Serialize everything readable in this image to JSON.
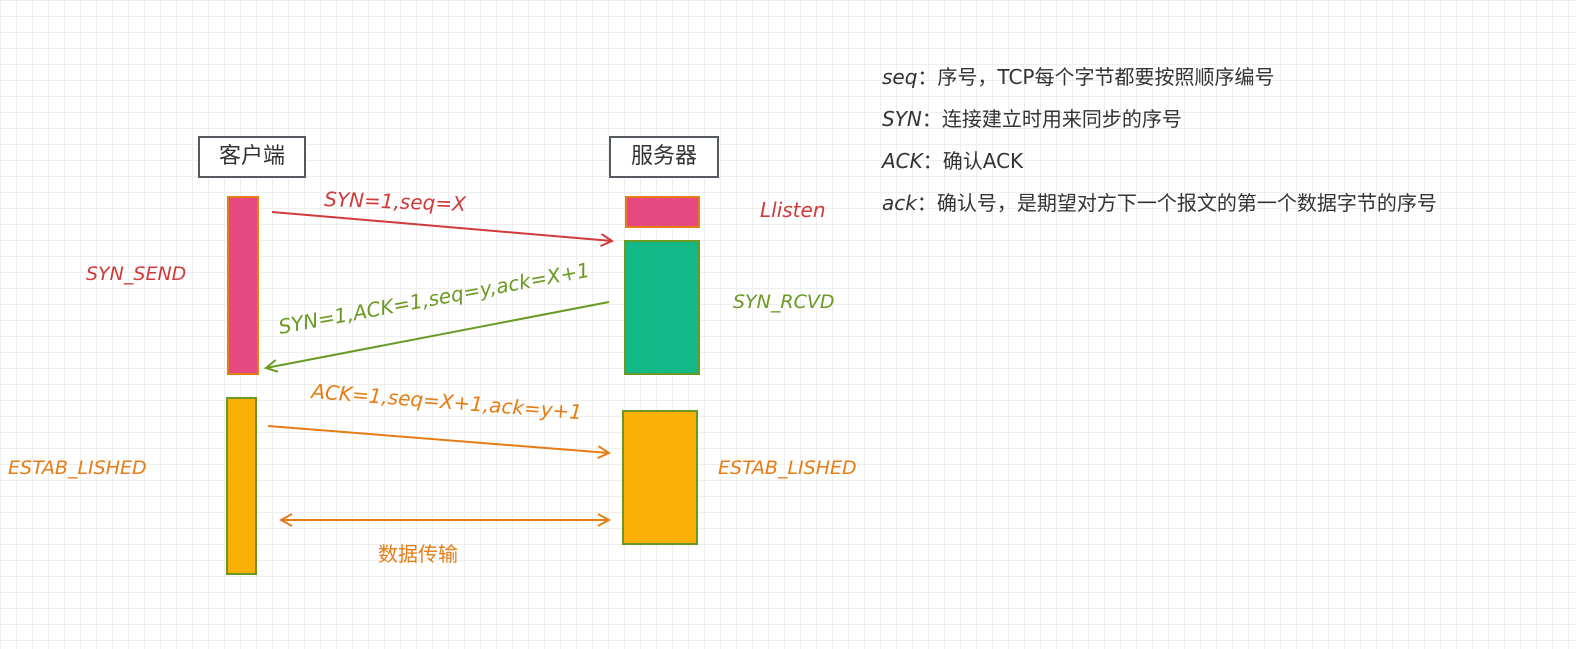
{
  "client": {
    "label": "客户端"
  },
  "server": {
    "label": "服务器"
  },
  "messages": {
    "syn": "SYN=1,seq=X",
    "syn_ack": "SYN=1,ACK=1,seq=y,ack=X+1",
    "ack": "ACK=1,seq=X+1,ack=y+1",
    "data_transfer": "数据传输"
  },
  "states": {
    "client_syn_send": "SYN_SEND",
    "client_established": "ESTAB_LISHED",
    "server_listen": "Llisten",
    "server_syn_rcvd": "SYN_RCVD",
    "server_established": "ESTAB_LISHED"
  },
  "legend": [
    {
      "term": "seq",
      "sep": "：",
      "desc": "序号，TCP每个字节都要按照顺序编号"
    },
    {
      "term": "SYN",
      "sep": "：",
      "desc": "连接建立时用来同步的序号"
    },
    {
      "term": "ACK",
      "sep": "：",
      "desc": "确认ACK"
    },
    {
      "term": "ack",
      "sep": "：",
      "desc": "确认号，是期望对方下一个报文的第一个数据字节的序号"
    }
  ],
  "colors": {
    "red": "#d03a3a",
    "pink": "#e64980",
    "green": "#6a9a23",
    "teal": "#12b886",
    "orange": "#e67c13",
    "amber": "#fab005",
    "box_border": "#555a60"
  }
}
